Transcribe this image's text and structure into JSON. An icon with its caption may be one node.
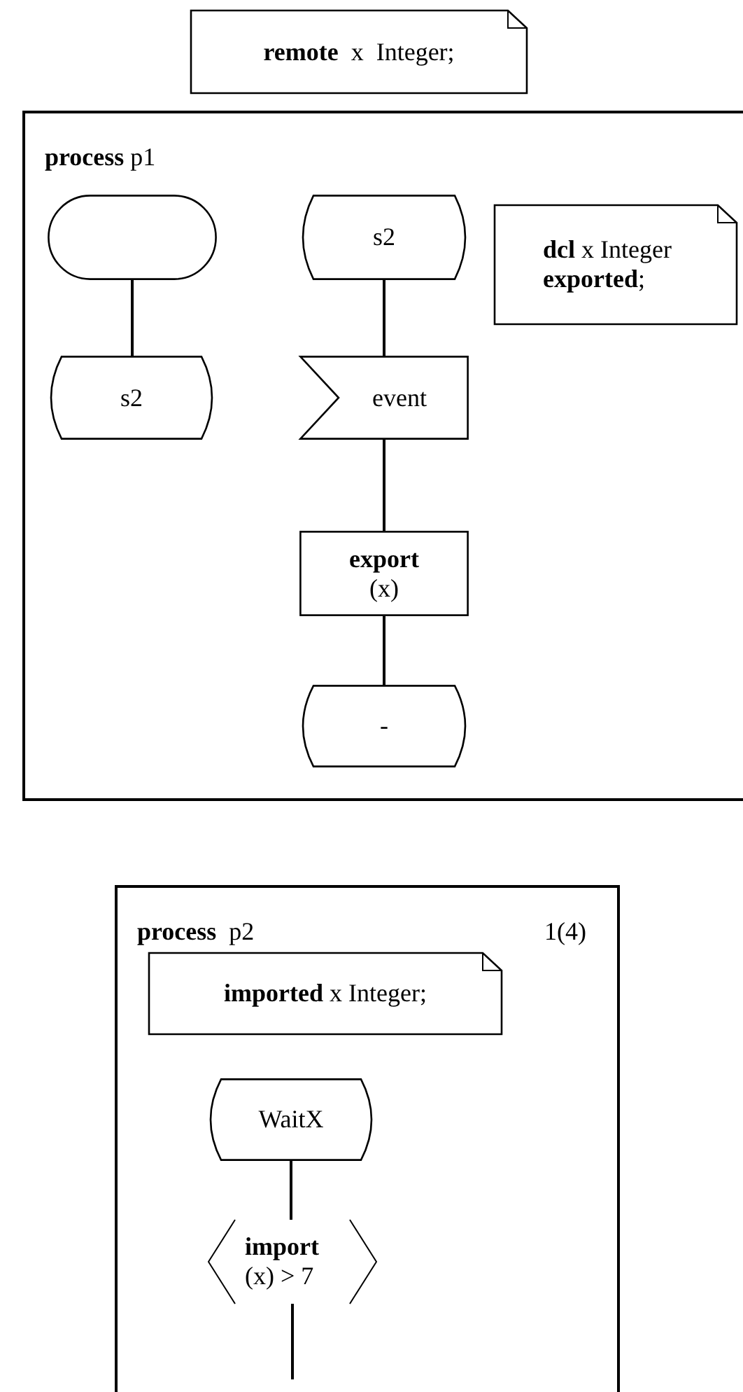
{
  "diagram": {
    "nodes": [
      {
        "text": [
          "**remote**  x  Integer;"
        ]
      },
      {
        "text": [
          "**process** p1"
        ]
      },
      {
        "text": [],
        "shape": "stadium",
        "in": 1
      },
      {
        "text": [
          "s2"
        ],
        "in": 1
      },
      {
        "text": [
          "s2"
        ],
        "in": 1
      },
      {
        "text": [
          "**dcl** x Integer **exported**;"
        ],
        "in": 1
      },
      {
        "text": [
          "event"
        ],
        "in": 1
      },
      {
        "text": [
          "**export** (x)"
        ],
        "in": 1
      },
      {
        "text": [
          "-"
        ],
        "in": 1
      },
      {
        "text": [
          "**process**  p2",
          "1(4)"
        ]
      },
      {
        "text": [
          "**imported** x Integer;"
        ],
        "in": 9
      },
      {
        "text": [
          "WaitX"
        ],
        "in": 9
      },
      {
        "text": [
          "**import** (x) > 7"
        ],
        "in": 9
      }
    ],
    "edges": [
      {
        "from": 2,
        "to": 3,
        "arrow": "none"
      },
      {
        "from": 4,
        "to": 6,
        "arrow": "none"
      },
      {
        "from": 6,
        "to": 7,
        "arrow": "none"
      },
      {
        "from": 7,
        "to": 8,
        "arrow": "none"
      },
      {
        "from": 11,
        "to": 12,
        "arrow": "none"
      },
      {
        "from": 12,
        "to": null,
        "arrow": "none"
      }
    ]
  }
}
